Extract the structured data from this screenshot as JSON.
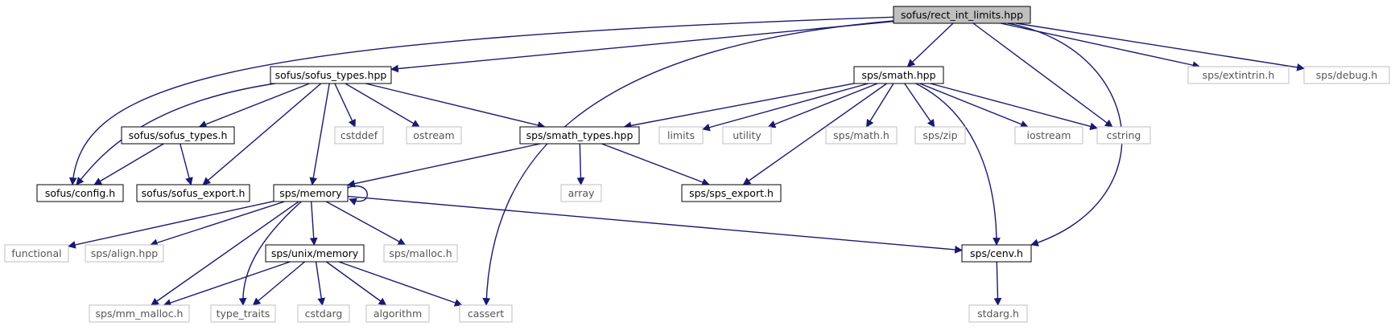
{
  "diagram": {
    "colors": {
      "edge": "#191970",
      "root_fill": "#bfbfbf",
      "internal_border": "#000000",
      "external_border": "#bfbfbf"
    },
    "nodes": [
      {
        "id": "root",
        "label": "sofus/rect_int_limits.hpp",
        "kind": "root"
      },
      {
        "id": "sofus_types_hpp",
        "label": "sofus/sofus_types.hpp",
        "kind": "internal"
      },
      {
        "id": "smath_hpp",
        "label": "sps/smath.hpp",
        "kind": "internal"
      },
      {
        "id": "extintrin",
        "label": "sps/extintrin.h",
        "kind": "external"
      },
      {
        "id": "debug_h",
        "label": "sps/debug.h",
        "kind": "external"
      },
      {
        "id": "sofus_types_h",
        "label": "sofus/sofus_types.h",
        "kind": "internal"
      },
      {
        "id": "cstddef",
        "label": "cstddef",
        "kind": "external"
      },
      {
        "id": "ostream",
        "label": "ostream",
        "kind": "external"
      },
      {
        "id": "smath_types",
        "label": "sps/smath_types.hpp",
        "kind": "internal"
      },
      {
        "id": "limits",
        "label": "limits",
        "kind": "external"
      },
      {
        "id": "utility",
        "label": "utility",
        "kind": "external"
      },
      {
        "id": "math_h",
        "label": "sps/math.h",
        "kind": "external"
      },
      {
        "id": "zip",
        "label": "sps/zip",
        "kind": "external"
      },
      {
        "id": "iostream",
        "label": "iostream",
        "kind": "external"
      },
      {
        "id": "cstring",
        "label": "cstring",
        "kind": "external"
      },
      {
        "id": "config_h",
        "label": "sofus/config.h",
        "kind": "internal"
      },
      {
        "id": "sofus_export",
        "label": "sofus/sofus_export.h",
        "kind": "internal"
      },
      {
        "id": "memory",
        "label": "sps/memory",
        "kind": "internal"
      },
      {
        "id": "array",
        "label": "array",
        "kind": "external"
      },
      {
        "id": "sps_export",
        "label": "sps/sps_export.h",
        "kind": "internal"
      },
      {
        "id": "functional",
        "label": "functional",
        "kind": "external"
      },
      {
        "id": "align",
        "label": "sps/align.hpp",
        "kind": "external"
      },
      {
        "id": "unix_memory",
        "label": "sps/unix/memory",
        "kind": "internal"
      },
      {
        "id": "malloc_h",
        "label": "sps/malloc.h",
        "kind": "external"
      },
      {
        "id": "cenv",
        "label": "sps/cenv.h",
        "kind": "internal"
      },
      {
        "id": "mm_malloc",
        "label": "sps/mm_malloc.h",
        "kind": "external"
      },
      {
        "id": "type_traits",
        "label": "type_traits",
        "kind": "external"
      },
      {
        "id": "cstdarg",
        "label": "cstdarg",
        "kind": "external"
      },
      {
        "id": "algorithm",
        "label": "algorithm",
        "kind": "external"
      },
      {
        "id": "cassert",
        "label": "cassert",
        "kind": "external"
      },
      {
        "id": "stdarg",
        "label": "stdarg.h",
        "kind": "external"
      }
    ],
    "edges": [
      [
        "root",
        "config_h"
      ],
      [
        "root",
        "sofus_types_hpp"
      ],
      [
        "root",
        "cassert"
      ],
      [
        "root",
        "smath_hpp"
      ],
      [
        "root",
        "cstring"
      ],
      [
        "root",
        "cenv"
      ],
      [
        "root",
        "extintrin"
      ],
      [
        "root",
        "debug_h"
      ],
      [
        "sofus_types_hpp",
        "config_h"
      ],
      [
        "sofus_types_hpp",
        "sofus_types_h"
      ],
      [
        "sofus_types_hpp",
        "sofus_export"
      ],
      [
        "sofus_types_hpp",
        "memory"
      ],
      [
        "sofus_types_hpp",
        "cstddef"
      ],
      [
        "sofus_types_hpp",
        "ostream"
      ],
      [
        "sofus_types_hpp",
        "smath_types"
      ],
      [
        "sofus_types_h",
        "config_h"
      ],
      [
        "sofus_types_h",
        "sofus_export"
      ],
      [
        "smath_hpp",
        "smath_types"
      ],
      [
        "smath_hpp",
        "limits"
      ],
      [
        "smath_hpp",
        "utility"
      ],
      [
        "smath_hpp",
        "math_h"
      ],
      [
        "smath_hpp",
        "zip"
      ],
      [
        "smath_hpp",
        "iostream"
      ],
      [
        "smath_hpp",
        "cstring"
      ],
      [
        "smath_hpp",
        "sps_export"
      ],
      [
        "smath_hpp",
        "cenv"
      ],
      [
        "smath_types",
        "memory"
      ],
      [
        "smath_types",
        "array"
      ],
      [
        "smath_types",
        "sps_export"
      ],
      [
        "memory",
        "memory"
      ],
      [
        "memory",
        "functional"
      ],
      [
        "memory",
        "align"
      ],
      [
        "memory",
        "unix_memory"
      ],
      [
        "memory",
        "malloc_h"
      ],
      [
        "memory",
        "cenv"
      ],
      [
        "memory",
        "mm_malloc"
      ],
      [
        "memory",
        "type_traits"
      ],
      [
        "unix_memory",
        "mm_malloc"
      ],
      [
        "unix_memory",
        "type_traits"
      ],
      [
        "unix_memory",
        "cstdarg"
      ],
      [
        "unix_memory",
        "algorithm"
      ],
      [
        "unix_memory",
        "cassert"
      ],
      [
        "cenv",
        "stdarg"
      ]
    ]
  }
}
